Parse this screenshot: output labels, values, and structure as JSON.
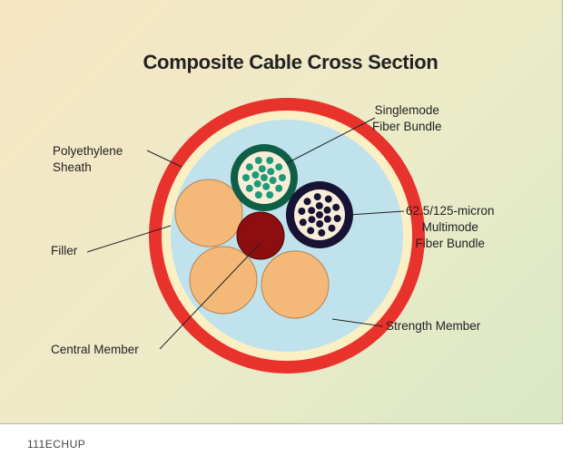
{
  "title": "Composite Cable Cross Section",
  "labels": {
    "polyethylene_sheath": [
      "Polyethylene",
      "Sheath"
    ],
    "singlemode_bundle": [
      "Singlemode",
      "Fiber Bundle"
    ],
    "multimode_bundle": [
      "62.5/125-micron",
      "Multimode",
      "Fiber Bundle"
    ],
    "filler": "Filler",
    "strength_member": "Strength Member",
    "central_member": "Central Member"
  },
  "credit": "111ECHUP",
  "colors": {
    "sheath": "#e8322c",
    "inner_ring": "#fbf0c4",
    "strength_member": "#bfe2ec",
    "filler": "#f4b978",
    "central_member": "#8c0e10",
    "singlemode_jacket": "#0f5f47",
    "singlemode_fibers": "#1e9a79",
    "multimode_jacket": "#181235",
    "multimode_fibers": "#181235",
    "bundle_core": "#f8edd8"
  }
}
